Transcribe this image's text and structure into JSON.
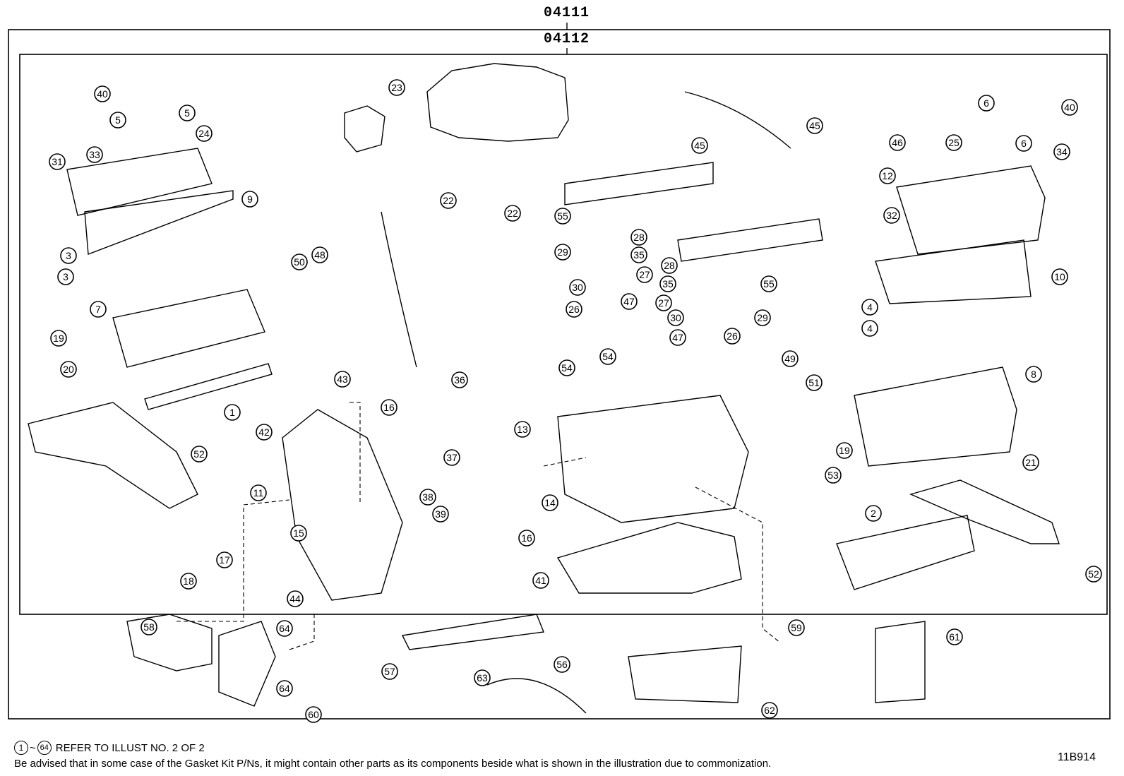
{
  "kit_numbers": {
    "outer": "04111",
    "inner": "04112"
  },
  "callouts": [
    "1",
    "2",
    "3",
    "3",
    "4",
    "4",
    "5",
    "5",
    "6",
    "6",
    "7",
    "8",
    "9",
    "10",
    "11",
    "12",
    "13",
    "14",
    "15",
    "16",
    "16",
    "17",
    "18",
    "19",
    "19",
    "20",
    "21",
    "22",
    "22",
    "23",
    "24",
    "25",
    "26",
    "26",
    "27",
    "27",
    "28",
    "28",
    "29",
    "29",
    "30",
    "30",
    "31",
    "32",
    "33",
    "34",
    "35",
    "35",
    "36",
    "37",
    "38",
    "39",
    "40",
    "40",
    "41",
    "42",
    "43",
    "44",
    "45",
    "45",
    "46",
    "47",
    "47",
    "48",
    "49",
    "50",
    "51",
    "52",
    "52",
    "53",
    "54",
    "54",
    "55",
    "55",
    "56",
    "57",
    "58",
    "59",
    "60",
    "61",
    "62",
    "63",
    "64",
    "64"
  ],
  "footer": {
    "note_range_start": "1",
    "note_range_sep": "~",
    "note_range_end": "64",
    "note": "REFER TO ILLUST NO. 2 OF 2",
    "disclaimer": "Be advised that in some case of the Gasket Kit P/Ns,  it might contain other parts as its components beside what is shown in the illustration due to commonization.",
    "illustration_id": "11B914"
  }
}
